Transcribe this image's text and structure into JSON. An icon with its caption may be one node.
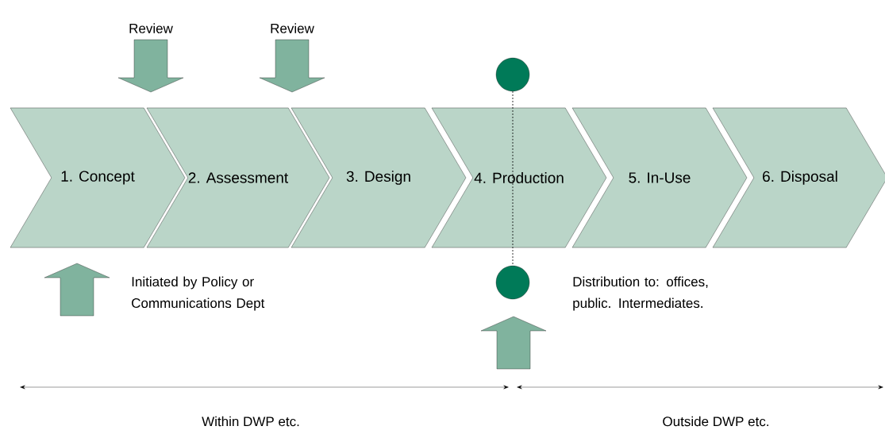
{
  "diagram": {
    "nodes": [
      {
        "text": [],
        "shape": "arrow",
        "beside": [
          "Review"
        ]
      },
      {
        "text": [],
        "shape": "arrow",
        "beside": [
          "Review"
        ]
      },
      {
        "text": [],
        "shape": "circle"
      },
      {
        "text": [
          "1. Concept"
        ]
      },
      {
        "text": [
          "2. Assessment"
        ]
      },
      {
        "text": [
          "3. Design"
        ]
      },
      {
        "text": [
          "4. Production"
        ]
      },
      {
        "text": [
          "5. In-Use"
        ]
      },
      {
        "text": [
          "6. Disposal"
        ]
      },
      {
        "text": [],
        "shape": "arrow",
        "beside": [
          "Initiated by Policy or Communications Dept"
        ]
      },
      {
        "text": [],
        "shape": "circle",
        "beside": [
          "Distribution to: offices, public. Intermediates."
        ]
      },
      {
        "text": [],
        "shape": "arrow"
      }
    ],
    "labels": [
      "Within DWP etc.",
      "Outside DWP etc."
    ]
  }
}
